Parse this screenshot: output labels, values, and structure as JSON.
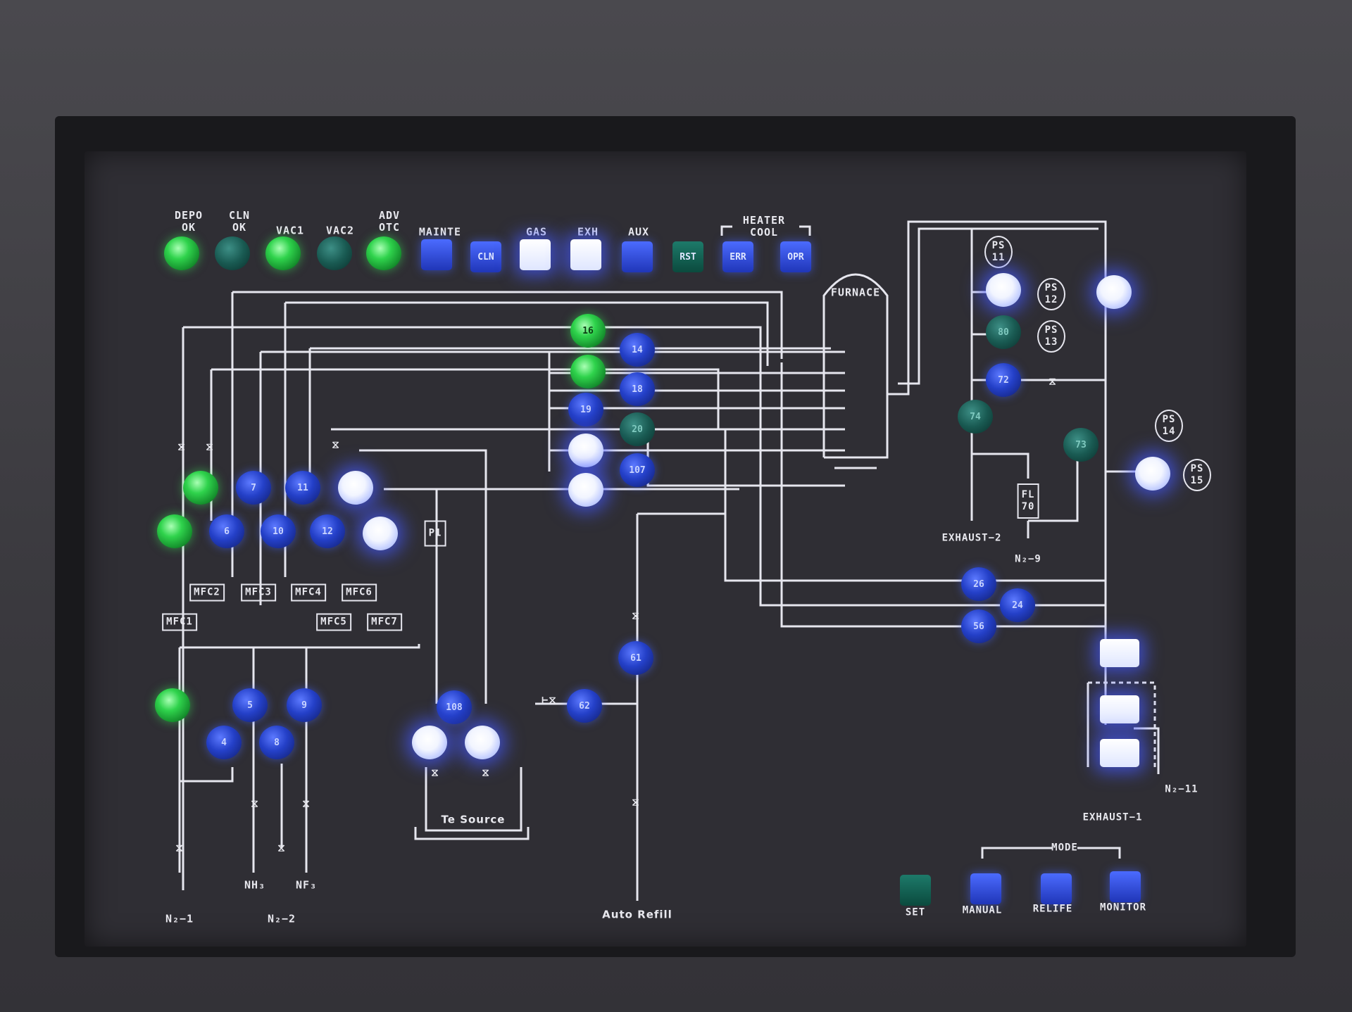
{
  "panel": {
    "top_labels": {
      "depo_ok": "DEPO\nOK",
      "cln_ok": "CLN\nOK",
      "vac1": "VAC1",
      "vac2": "VAC2",
      "adv_otc": "ADV\nOTC",
      "mainte": "MAINTE",
      "gas": "GAS",
      "exh": "EXH",
      "aux": "AUX",
      "heater_cool": "HEATER\nCOOL"
    },
    "top_buttons": {
      "cln": "CLN",
      "rst": "RST",
      "err": "ERR",
      "opr": "OPR"
    },
    "valves": {
      "v16": "16",
      "v14": "14",
      "v18": "18",
      "v19": "19",
      "v20": "20",
      "v107": "107",
      "v7": "7",
      "v11": "11",
      "v6": "6",
      "v10": "10",
      "v12": "12",
      "v5": "5",
      "v9": "9",
      "v4": "4",
      "v8": "8",
      "v108": "108",
      "v62": "62",
      "v61": "61",
      "v80": "80",
      "v72": "72",
      "v74": "74",
      "v73": "73",
      "v26": "26",
      "v24": "24",
      "v56": "56"
    },
    "mfc": {
      "mfc1": "MFC1",
      "mfc2": "MFC2",
      "mfc3": "MFC3",
      "mfc4": "MFC4",
      "mfc5": "MFC5",
      "mfc6": "MFC6",
      "mfc7": "MFC7"
    },
    "instruments": {
      "p1": "P1",
      "ps11": "PS\n11",
      "ps12": "PS\n12",
      "ps13": "PS\n13",
      "ps14": "PS\n14",
      "ps15": "PS\n15",
      "fl70": "FL\n70"
    },
    "labels": {
      "furnace": "FURNACE",
      "te_source": "Te Source",
      "auto_refill": "Auto Refill",
      "n2_1": "N₂−1",
      "n2_2": "N₂−2",
      "nh3": "NH₃",
      "nf3": "NF₃",
      "exhaust_2": "EXHAUST−2",
      "n2_9": "N₂−9",
      "n2_11": "N₂−11",
      "exhaust_1": "EXHAUST−1",
      "mode": "MODE"
    },
    "bottom_buttons": {
      "set": "SET",
      "manual": "MANUAL",
      "relife": "RELIFE",
      "monitor": "MONITOR"
    }
  },
  "colors": {
    "panel_bg": "#2f2e34",
    "line": "#e6e6ee",
    "green_lamp": "#2fd34c",
    "blue_lamp": "#2440c8",
    "white_lamp": "#f2f5ff",
    "teal_lamp": "#195a52"
  }
}
